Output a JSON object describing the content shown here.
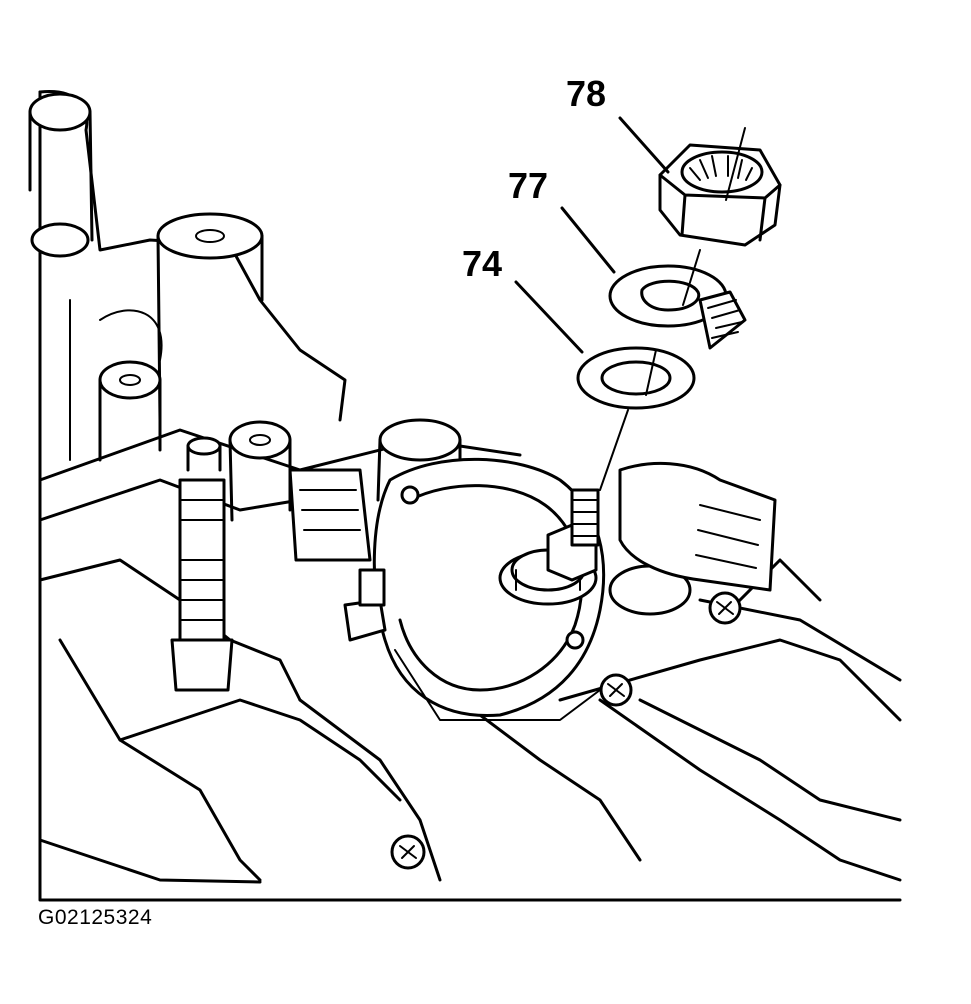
{
  "callouts": {
    "nut": "78",
    "lock_washer": "77",
    "flat_washer": "74"
  },
  "figure_id": "G02125324"
}
